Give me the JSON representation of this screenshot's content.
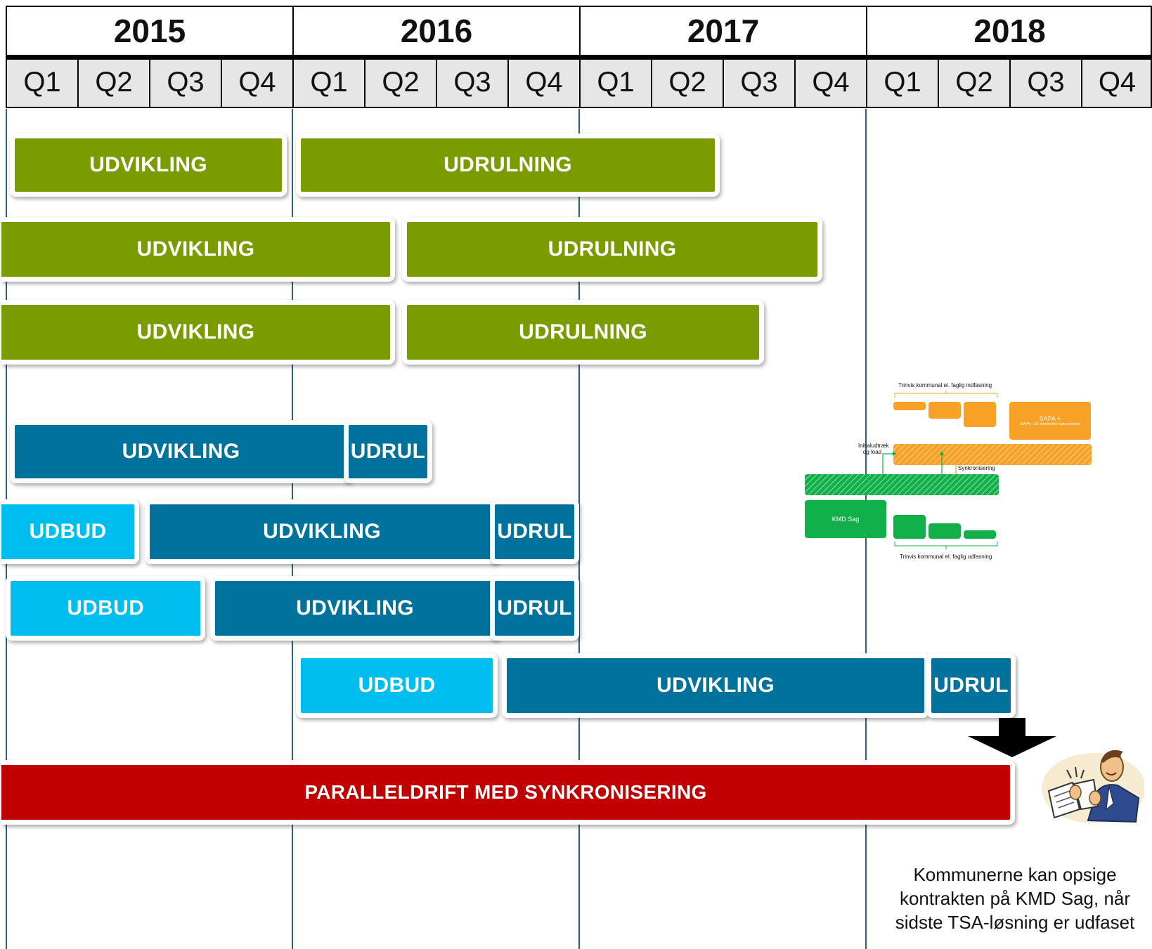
{
  "header": {
    "years": [
      "2015",
      "2016",
      "2017",
      "2018"
    ],
    "quarters": [
      "Q1",
      "Q2",
      "Q3",
      "Q4",
      "Q1",
      "Q2",
      "Q3",
      "Q4",
      "Q1",
      "Q2",
      "Q3",
      "Q4",
      "Q1",
      "Q2",
      "Q3",
      "Q4"
    ]
  },
  "bars": {
    "row1": {
      "a": "UDVIKLING",
      "b": "UDRULNING"
    },
    "row2": {
      "a": "UDVIKLING",
      "b": "UDRULNING"
    },
    "row3": {
      "a": "UDVIKLING",
      "b": "UDRULNING"
    },
    "row4": {
      "a": "UDVIKLING",
      "b": "UDRUL"
    },
    "row5": {
      "a": "UDBUD",
      "b": "UDVIKLING",
      "c": "UDRUL"
    },
    "row6": {
      "a": "UDBUD",
      "b": "UDVIKLING",
      "c": "UDRUL"
    },
    "row7": {
      "a": "UDBUD",
      "b": "UDVIKLING",
      "c": "UDRUL"
    },
    "parallel": "PARALLELDRIFT MED SYNKRONISERING"
  },
  "note": "Kommunerne kan opsige kontrakten på KMD Sag, når sidste TSA-løsning er udfaset",
  "mini_diagram": {
    "top_label": "Trinvis kommunal el. faglig indfasning",
    "bottom_label": "Trinvis kommunal el. faglig udfasning",
    "sapa_title": "SAPA +",
    "sapa_sub": "(SAPA + SA infrastruktur komponenter)",
    "initial_label": "Initialudtræk og load",
    "sync_label": "Synkronisering",
    "kmd_label": "KMD Sag"
  },
  "colors": {
    "green": "#7a9c00",
    "teal": "#00729b",
    "cyan": "#00bdf0",
    "red": "#c00000",
    "orange": "#f7a226",
    "mini_green": "#12b04a"
  },
  "icons": [
    "down-arrow-icon",
    "man-tearing-paper-icon"
  ]
}
